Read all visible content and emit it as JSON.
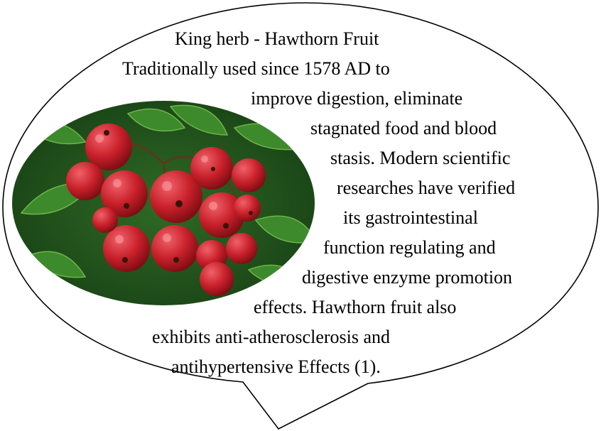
{
  "callout": {
    "lines": [
      "King herb -  Hawthorn Fruit",
      "Traditionally used since 1578 AD to",
      "improve digestion, eliminate",
      "stagnated food and blood",
      "stasis. Modern scientific",
      "researches have verified",
      "its gastrointestinal",
      "function regulating and",
      "digestive enzyme promotion",
      "effects. Hawthorn fruit also",
      "exhibits anti-atherosclerosis and",
      "antihypertensive Effects (1)."
    ]
  },
  "colors": {
    "outline": "#000000",
    "bubble_fill": "#ffffff",
    "berry_red": "#c8202a",
    "leaf_green": "#3d8a2c",
    "background_green": "#1f4f1a"
  },
  "illustration": {
    "subject": "hawthorn-berries-photo"
  }
}
